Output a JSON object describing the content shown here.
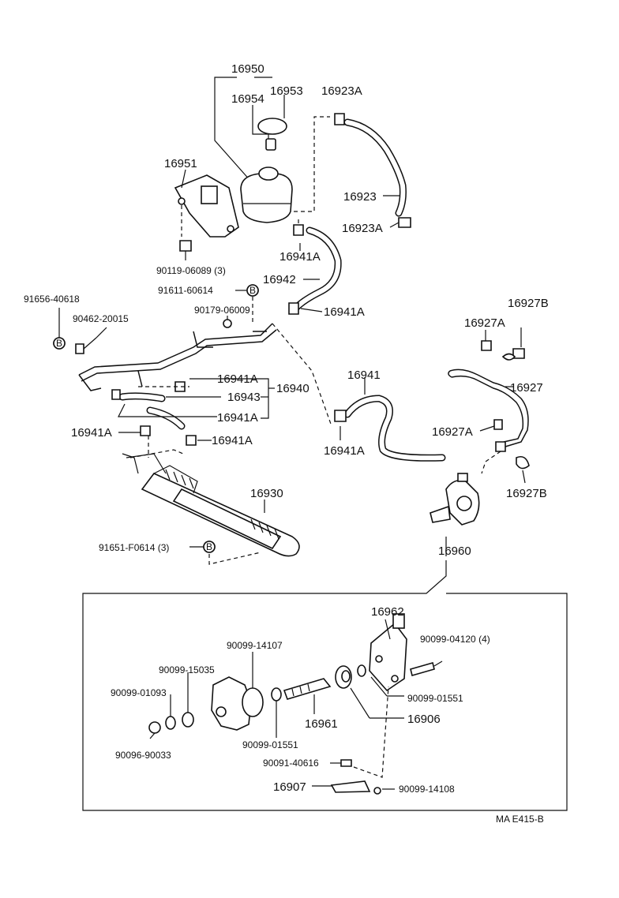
{
  "diagram_id": "MA E415-B",
  "labels": {
    "p16950": "16950",
    "p16954": "16954",
    "p16953": "16953",
    "p16923A_top": "16923A",
    "p16951": "16951",
    "p16923": "16923",
    "p16923A_bot": "16923A",
    "p16941A_res": "16941A",
    "p90119": "90119-06089 (3)",
    "p91611": "91611-60614",
    "p16942": "16942",
    "p91656": "91656-40618",
    "p90179": "90179-06009",
    "p16941A_b": "16941A",
    "p90462": "90462-20015",
    "p16927B_top": "16927B",
    "p16927A_top": "16927A",
    "p16941A_c": "16941A",
    "p16941": "16941",
    "p16927": "16927",
    "p16943": "16943",
    "p16940": "16940",
    "p16941A_d": "16941A",
    "p16941A_left": "16941A",
    "p16941A_e": "16941A",
    "p16927A_mid": "16927A",
    "p16941A_f": "16941A",
    "p16930": "16930",
    "p16927B_bot": "16927B",
    "p91651": "91651-F0614 (3)",
    "p16960": "16960",
    "p16962": "16962",
    "p90099_04120": "90099-04120 (4)",
    "p90099_14107": "90099-14107",
    "p90099_15035": "90099-15035",
    "p90099_01093": "90099-01093",
    "p90099_01551_r": "90099-01551",
    "p16906": "16906",
    "p16961": "16961",
    "p90096": "90096-90033",
    "p90099_01551_l": "90099-01551",
    "p90091": "90091-40616",
    "p16907": "16907",
    "p90099_14108": "90099-14108"
  },
  "callout_letters": {
    "b1": "B",
    "b2": "B",
    "b3": "B"
  }
}
